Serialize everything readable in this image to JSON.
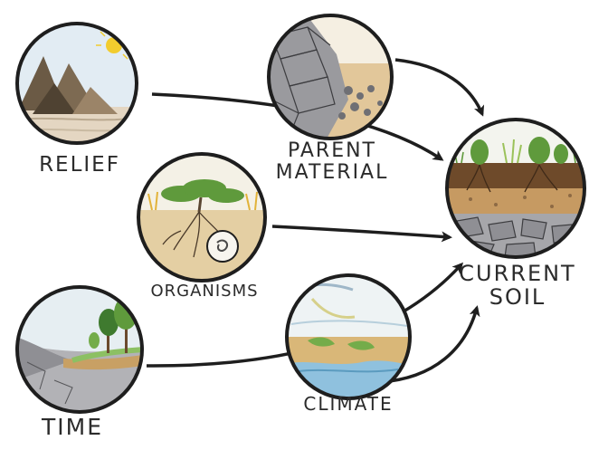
{
  "diagram": {
    "factors": {
      "relief": {
        "label": "RELIEF",
        "icon": "mountains-sun-illustration"
      },
      "parent_material": {
        "label": "PARENT\nMATERIAL",
        "icon": "bedrock-rubble-illustration"
      },
      "organisms": {
        "label": "ORGANISMS",
        "icon": "plants-roots-illustration"
      },
      "time": {
        "label": "TIME",
        "icon": "landscape-succession-illustration"
      },
      "climate": {
        "label": "CLIMATE",
        "icon": "weather-landscape-illustration"
      }
    },
    "result": {
      "label": "CURRENT\nSOIL",
      "icon": "soil-profile-illustration"
    }
  },
  "colors": {
    "ink": "#1e1e1e",
    "sky": "#dde9f2",
    "sun": "#f2cc2e",
    "mountain": "#6b5a45",
    "sand": "#dcc08e",
    "soil": "#b8864e",
    "rock": "#8f8f94",
    "leaf": "#5f9a3c",
    "water": "#8fc1de"
  }
}
